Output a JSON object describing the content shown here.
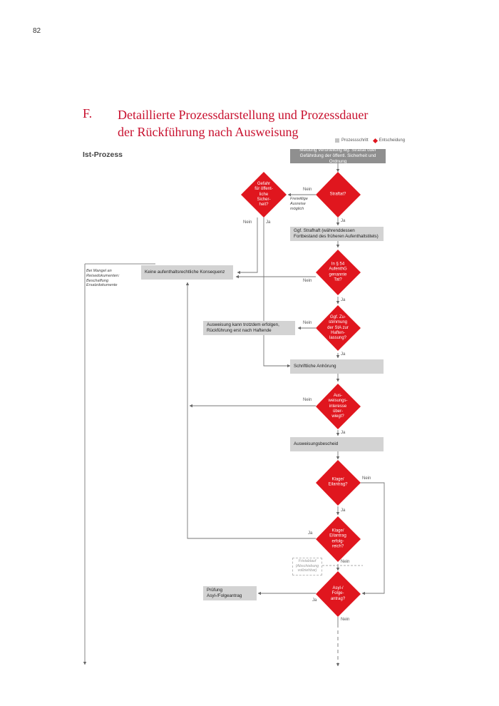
{
  "page": {
    "number": "82"
  },
  "header": {
    "chapter_letter": "F.",
    "title_line1": "Detaillierte Prozessdarstellung und Prozessdauer",
    "title_line2": "der Rückführung nach Ausweisung"
  },
  "legend": {
    "process_step": "Prozessschritt",
    "decision": "Entscheidung"
  },
  "section_title": "Ist-Prozess",
  "boxes": {
    "start": "Meldung Verurteilung wg. Straftat oder Gefährdung der öffentl. Sicherheit und Ordnung",
    "strafhaft": "Ggf. Strafhaft (währenddessen Fortbestand des früheren Aufenthaltstitels)",
    "keine_konsequenz": "Keine aufenthaltsrechtliche Konsequenz",
    "ausweisung_trotzdem": "Ausweisung kann trotzdem erfolgen, Rückführung erst nach Haftende",
    "anhoerung": "Schriftliche Anhörung",
    "bescheid": "Ausweisungsbescheid",
    "asyl_pruefung": "Prüfung Asyl-/Folgeantrag"
  },
  "decisions": {
    "gefahr": [
      "Gefahr",
      "für öffent-",
      "liche",
      "Sicher-",
      "heit?"
    ],
    "straftat": [
      "Straftat?"
    ],
    "par54": [
      "In § 54",
      "AufenthG",
      "genannte",
      "Tat?"
    ],
    "zustimmung": [
      "Ggf. Zu-",
      "stimmung",
      "der StA zur",
      "Haften-",
      "lassung?"
    ],
    "interesse": [
      "Aus-",
      "weisungs-",
      "interesse",
      "über-",
      "wiegt?"
    ],
    "klage": [
      "Klage/",
      "Eilantrag?"
    ],
    "erfolg": [
      "Klage/",
      "Eilantrag",
      "erfolg-",
      "reich?"
    ],
    "asyl": [
      "Asyl-/",
      "Folge-",
      "antrag?"
    ]
  },
  "labels": {
    "yes": "Ja",
    "no": "Nein"
  },
  "notes": {
    "freiwillig": "Freiwillige Ausreise möglich",
    "mangel": "Bei Mangel an Reisedokumenten: Beschaffung Ersatzdokumente",
    "fristablauf": "Fristablauf (Abschiebung vollziehbar)"
  },
  "colors": {
    "accent": "#c8102e",
    "decision": "#e0161e",
    "process": "#d3d3d3",
    "start": "#8f8f8f"
  }
}
